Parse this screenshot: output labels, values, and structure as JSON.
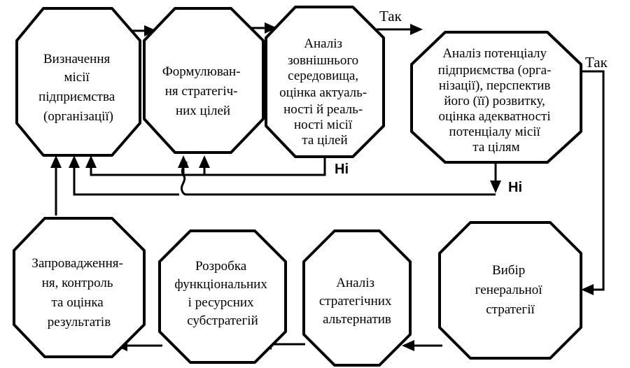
{
  "nodes": {
    "mission": [
      "Визначення",
      "місії",
      "підприємства",
      "(організації)"
    ],
    "goals": [
      "Формулюван-",
      "ня стратегіч-",
      "них цілей"
    ],
    "env_analysis": [
      "Аналіз",
      "зовнішнього",
      "середовища,",
      "оцінка актуаль-",
      "ності й реаль-",
      "ності місії",
      "та цілей"
    ],
    "potential_analysis": [
      "Аналіз потенціалу",
      "підприємства (орга-",
      "нізації), перспектив",
      "його (її) розвитку,",
      "оцінка адекватності",
      "потенціалу місії",
      "та цілям"
    ],
    "general_strategy": [
      "Вибір",
      "генеральної",
      "стратегії"
    ],
    "alternatives": [
      "Аналіз",
      "стратегічних",
      "альтернатив"
    ],
    "substrategies": [
      "Розробка",
      "функціональних",
      "і ресурсних",
      "субстратегій"
    ],
    "implementation": [
      "Запровадження-",
      "ня, контроль",
      "та оцінка",
      "результатів"
    ]
  },
  "edge_labels": {
    "yes_top": "Так",
    "yes_right": "Так",
    "no_env": "Ні",
    "no_potential": "Ні"
  }
}
